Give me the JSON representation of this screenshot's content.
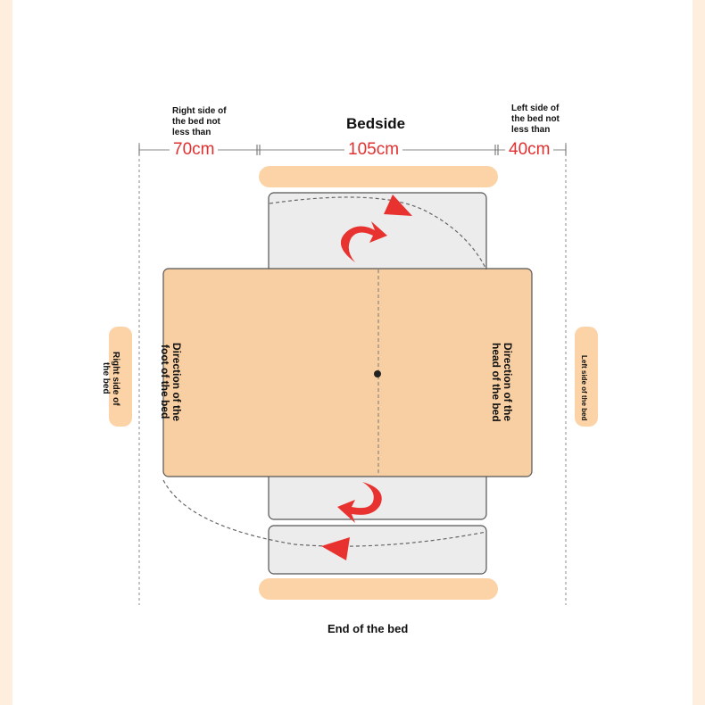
{
  "labels": {
    "right_side_top": [
      "Right side of",
      "the bed not",
      "less than"
    ],
    "left_side_top": [
      "Left side of",
      "the bed not",
      "less than"
    ],
    "bedside": "Bedside",
    "end_of_bed": "End of the bed",
    "right_side_bed": "Right side of the bed",
    "left_side_bed": "Left side of the bed",
    "foot_direction": "Direction of the foot of the bed",
    "head_direction": "Direction of the head of the bed"
  },
  "dimensions": {
    "right": "70cm",
    "middle": "105cm",
    "left": "40cm"
  },
  "colors": {
    "peach": "#fbd3a6",
    "table": "#f8cfa2",
    "grey_panel": "#ececec",
    "arrow_red": "#e8322f",
    "dim_red": "#e03030",
    "background": "#fdeedd"
  }
}
